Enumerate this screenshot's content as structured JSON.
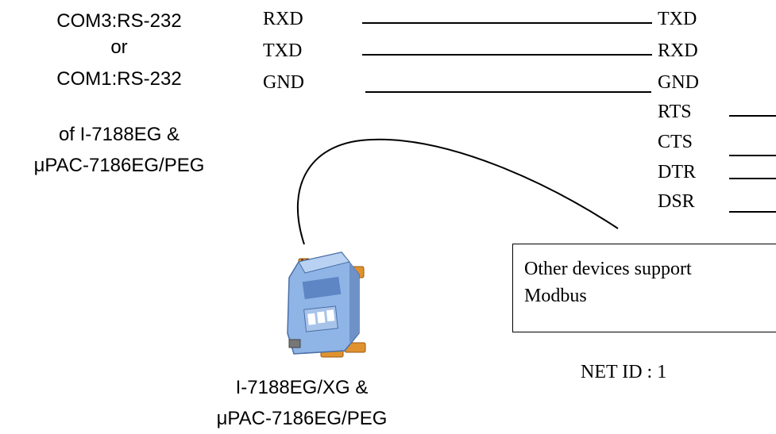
{
  "left_label": {
    "line1": "COM3:RS-232",
    "line2": "or",
    "line3": "COM1:RS-232",
    "line4": "of I-7188EG &",
    "line5": "μPAC-7186EG/PEG"
  },
  "left_pins": [
    "RXD",
    "TXD",
    "GND"
  ],
  "right_pins": [
    "TXD",
    "RXD",
    "GND",
    "RTS",
    "CTS",
    "DTR",
    "DSR"
  ],
  "device_box": {
    "line1": "Other devices support",
    "line2": "Modbus"
  },
  "net_id": "NET ID : 1",
  "device_caption": {
    "line1": "I-7188EG/XG &",
    "line2": "μPAC-7186EG/PEG"
  }
}
